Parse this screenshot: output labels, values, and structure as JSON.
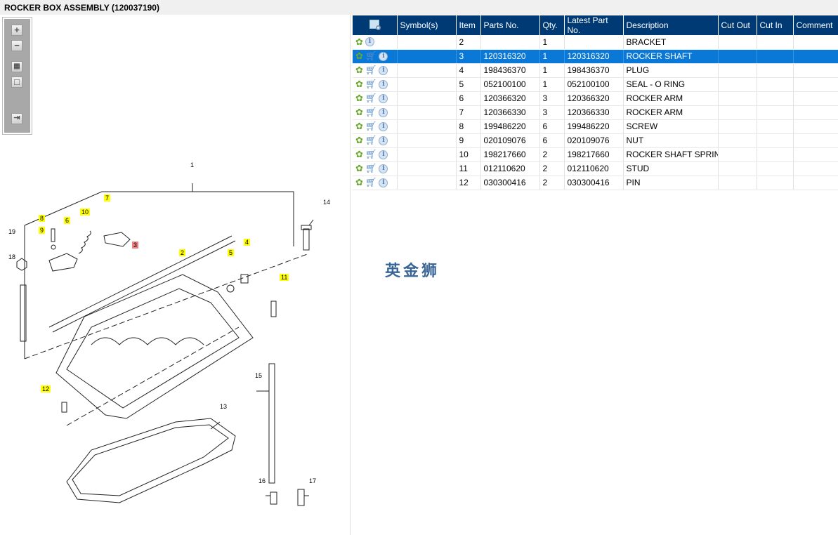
{
  "title": "ROCKER BOX ASSEMBLY (120037190)",
  "toolbar": {
    "zoom_in": "+",
    "zoom_out": "−",
    "fit": "▦",
    "actual": "□",
    "panel": "⇥"
  },
  "watermark": "英金狮",
  "table": {
    "headers": [
      "",
      "Symbol(s)",
      "Item",
      "Parts No.",
      "Qty.",
      "Latest Part No.",
      "Description",
      "Cut Out",
      "Cut In",
      "Comment"
    ],
    "rows": [
      {
        "cart": false,
        "item": "2",
        "part": "",
        "qty": "1",
        "latest": "",
        "desc": "BRACKET"
      },
      {
        "cart": true,
        "item": "3",
        "part": "120316320",
        "qty": "1",
        "latest": "120316320",
        "desc": "ROCKER SHAFT",
        "selected": true
      },
      {
        "cart": true,
        "item": "4",
        "part": "198436370",
        "qty": "1",
        "latest": "198436370",
        "desc": "PLUG"
      },
      {
        "cart": true,
        "item": "5",
        "part": "052100100",
        "qty": "1",
        "latest": "052100100",
        "desc": "SEAL - O RING"
      },
      {
        "cart": true,
        "item": "6",
        "part": "120366320",
        "qty": "3",
        "latest": "120366320",
        "desc": "ROCKER ARM"
      },
      {
        "cart": true,
        "item": "7",
        "part": "120366330",
        "qty": "3",
        "latest": "120366330",
        "desc": "ROCKER ARM"
      },
      {
        "cart": true,
        "item": "8",
        "part": "199486220",
        "qty": "6",
        "latest": "199486220",
        "desc": "SCREW"
      },
      {
        "cart": true,
        "item": "9",
        "part": "020109076",
        "qty": "6",
        "latest": "020109076",
        "desc": "NUT"
      },
      {
        "cart": true,
        "item": "10",
        "part": "198217660",
        "qty": "2",
        "latest": "198217660",
        "desc": "ROCKER SHAFT SPRING"
      },
      {
        "cart": true,
        "item": "11",
        "part": "012110620",
        "qty": "2",
        "latest": "012110620",
        "desc": "STUD"
      },
      {
        "cart": true,
        "item": "12",
        "part": "030300416",
        "qty": "2",
        "latest": "030300416",
        "desc": "PIN"
      }
    ]
  },
  "callouts": [
    {
      "n": "1",
      "hl": "none"
    },
    {
      "n": "2",
      "hl": "yellow"
    },
    {
      "n": "3",
      "hl": "red"
    },
    {
      "n": "4",
      "hl": "yellow"
    },
    {
      "n": "5",
      "hl": "yellow"
    },
    {
      "n": "6",
      "hl": "yellow"
    },
    {
      "n": "7",
      "hl": "yellow"
    },
    {
      "n": "8",
      "hl": "yellow"
    },
    {
      "n": "9",
      "hl": "yellow"
    },
    {
      "n": "10",
      "hl": "yellow"
    },
    {
      "n": "11",
      "hl": "yellow"
    },
    {
      "n": "12",
      "hl": "yellow"
    },
    {
      "n": "13",
      "hl": "none"
    },
    {
      "n": "14",
      "hl": "none"
    },
    {
      "n": "15",
      "hl": "none"
    },
    {
      "n": "16",
      "hl": "none"
    },
    {
      "n": "17",
      "hl": "none"
    },
    {
      "n": "18",
      "hl": "none"
    },
    {
      "n": "19",
      "hl": "none"
    }
  ]
}
